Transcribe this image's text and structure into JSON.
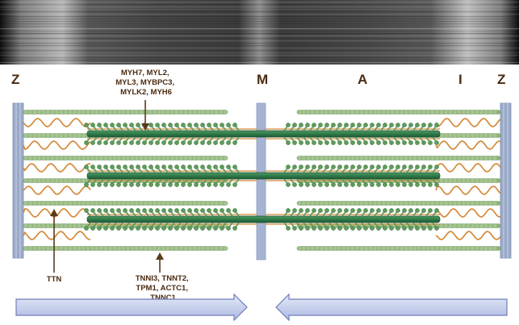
{
  "bands": {
    "z_left": "Z",
    "m": "M",
    "a": "A",
    "i": "I",
    "z_right": "Z"
  },
  "labels": {
    "thick_filament_genes": [
      "MYH7, MYL2,",
      "MYL3, MYBPC3,",
      "MYLK2, MYH6"
    ],
    "titin_gene": "TTN",
    "thin_filament_genes": [
      "TNNI3, TNNT2,",
      "TPM1, ACTC1,",
      "TNNC1"
    ]
  },
  "colors": {
    "text": "#4a2a10",
    "z_disc": "#9aaac8",
    "m_line": "#9aaccc",
    "thin_filament": "#8fb27a",
    "thick_filament": "#2f7a4a",
    "myosin_heads": "#5f9a5a",
    "titin": "#d48a3a",
    "arrow_fill": "#c8d2ee",
    "arrow_stroke": "#6f7fb8"
  },
  "icons": {
    "arrow_right": "contraction-arrow-right-icon",
    "arrow_left": "contraction-arrow-left-icon"
  }
}
